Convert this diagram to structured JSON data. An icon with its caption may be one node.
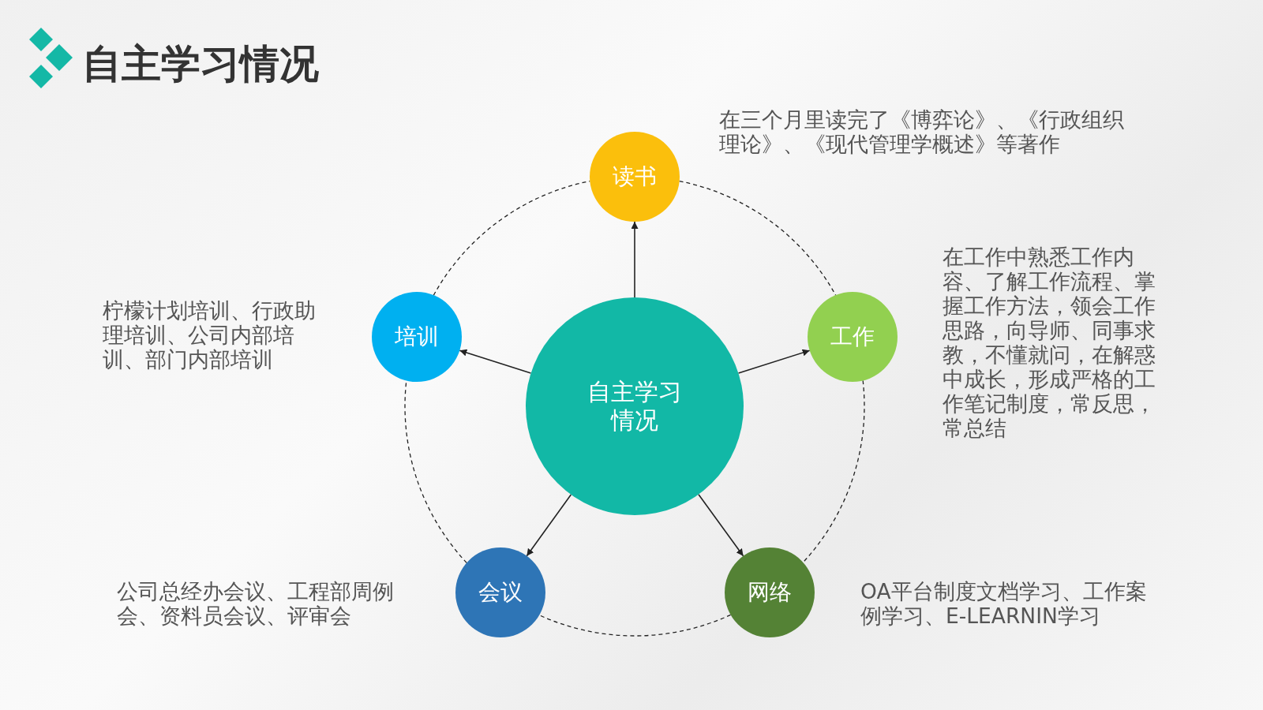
{
  "diagram": {
    "title": "自主学习情况",
    "nodes": [
      {
        "text": [
          "自主学习情况"
        ]
      },
      {
        "text": [
          "读书"
        ],
        "beside": [
          "在三个月里读完了《博弈论》、《行政组织理论》、《现代管理学概述》等著作"
        ]
      },
      {
        "text": [
          "工作"
        ],
        "beside": [
          "在工作中熟悉工作内容、了解工作流程、掌握工作方法，领会工作思路，向导师、同事求教，不懂就问，在解惑中成长，形成严格的工作笔记制度，常反思，常总结"
        ]
      },
      {
        "text": [
          "网络"
        ],
        "beside": [
          "OA平台制度文档学习、工作案例学习、E-LEARNIN学习"
        ]
      },
      {
        "text": [
          "会议"
        ],
        "beside": [
          "公司总经办会议、工程部周例会、资料员会议、评审会"
        ]
      },
      {
        "text": [
          "培训"
        ],
        "beside": [
          "柠檬计划培训、行政助理培训、公司内部培训、部门内部培训"
        ]
      }
    ],
    "edges": [
      {
        "from": 0,
        "to": 1,
        "arrow": "to"
      },
      {
        "from": 0,
        "to": 2,
        "arrow": "to"
      },
      {
        "from": 0,
        "to": 3,
        "arrow": "to"
      },
      {
        "from": 0,
        "to": 4,
        "arrow": "to"
      },
      {
        "from": 0,
        "to": 5,
        "arrow": "to"
      },
      {
        "from": 1,
        "to": 2,
        "arrow": "none",
        "style": "dashed"
      },
      {
        "from": 2,
        "to": 3,
        "arrow": "none",
        "style": "dashed"
      },
      {
        "from": 3,
        "to": 4,
        "arrow": "none",
        "style": "dashed"
      },
      {
        "from": 4,
        "to": 5,
        "arrow": "none",
        "style": "dashed"
      },
      {
        "from": 5,
        "to": 1,
        "arrow": "none",
        "style": "dashed"
      }
    ]
  }
}
